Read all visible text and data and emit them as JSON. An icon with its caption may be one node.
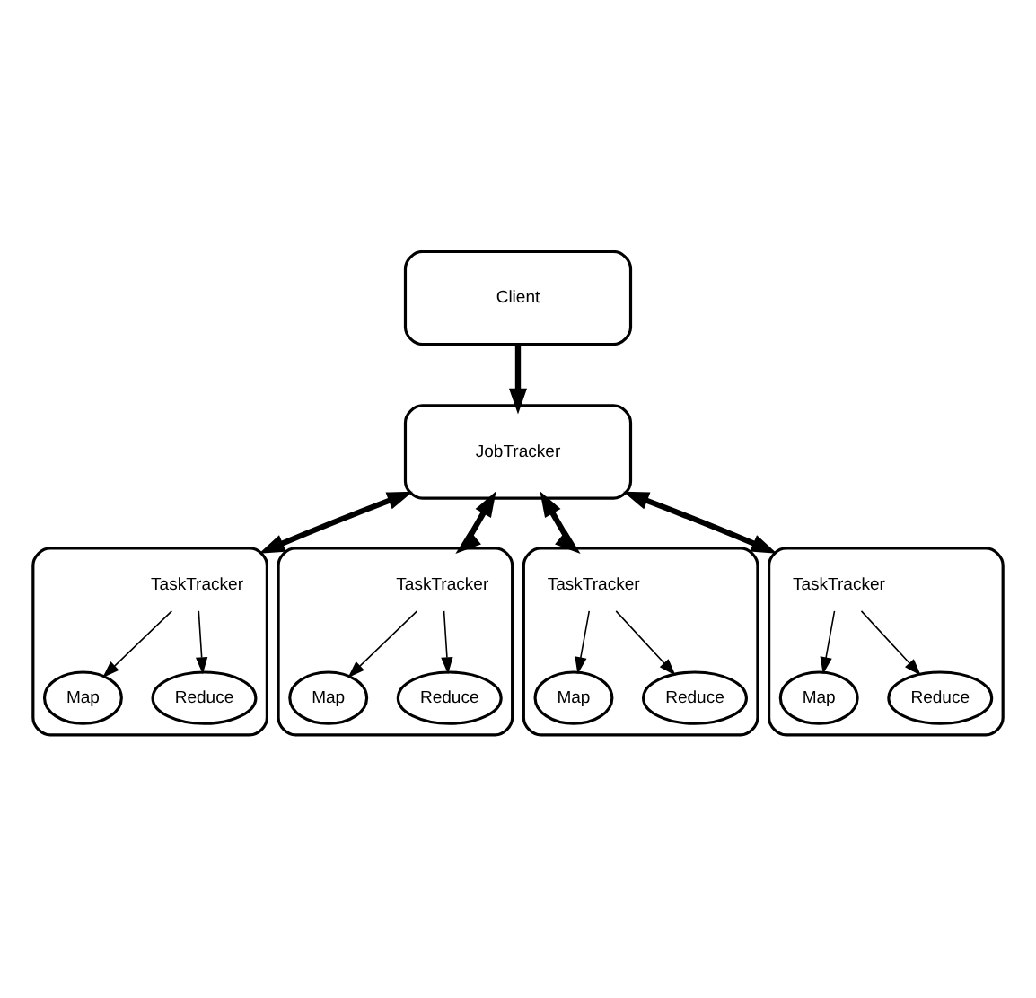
{
  "diagram": {
    "nodes": [
      {
        "text": [
          "Client"
        ]
      },
      {
        "text": [
          "JobTracker"
        ]
      },
      {
        "text": [],
        "shape": "box"
      },
      {
        "text": [
          "TaskTracker"
        ],
        "in": 2
      },
      {
        "text": [
          "Map"
        ],
        "in": 2
      },
      {
        "text": [
          "Reduce"
        ],
        "in": 2
      },
      {
        "text": [],
        "shape": "box"
      },
      {
        "text": [
          "TaskTracker"
        ],
        "in": 6
      },
      {
        "text": [
          "Map"
        ],
        "in": 6
      },
      {
        "text": [
          "Reduce"
        ],
        "in": 6
      },
      {
        "text": [],
        "shape": "box"
      },
      {
        "text": [
          "TaskTracker"
        ],
        "in": 10
      },
      {
        "text": [
          "Map"
        ],
        "in": 10
      },
      {
        "text": [
          "Reduce"
        ],
        "in": 10
      },
      {
        "text": [],
        "shape": "box"
      },
      {
        "text": [
          "TaskTracker"
        ],
        "in": 14
      },
      {
        "text": [
          "Map"
        ],
        "in": 14
      },
      {
        "text": [
          "Reduce"
        ],
        "in": 14
      }
    ],
    "edges": [
      {
        "from": 0,
        "to": 1,
        "arrow": "to",
        "style": "thick"
      },
      {
        "from": 1,
        "to": 2,
        "arrow": "both",
        "style": "thick"
      },
      {
        "from": 1,
        "to": 6,
        "arrow": "both",
        "style": "thick"
      },
      {
        "from": 1,
        "to": 10,
        "arrow": "both",
        "style": "thick"
      },
      {
        "from": 1,
        "to": 14,
        "arrow": "both",
        "style": "thick"
      },
      {
        "from": 3,
        "to": 4,
        "arrow": "to"
      },
      {
        "from": 3,
        "to": 5,
        "arrow": "to"
      },
      {
        "from": 7,
        "to": 8,
        "arrow": "to"
      },
      {
        "from": 7,
        "to": 9,
        "arrow": "to"
      },
      {
        "from": 11,
        "to": 12,
        "arrow": "to"
      },
      {
        "from": 11,
        "to": 13,
        "arrow": "to"
      },
      {
        "from": 15,
        "to": 16,
        "arrow": "to"
      },
      {
        "from": 15,
        "to": 17,
        "arrow": "to"
      }
    ]
  }
}
